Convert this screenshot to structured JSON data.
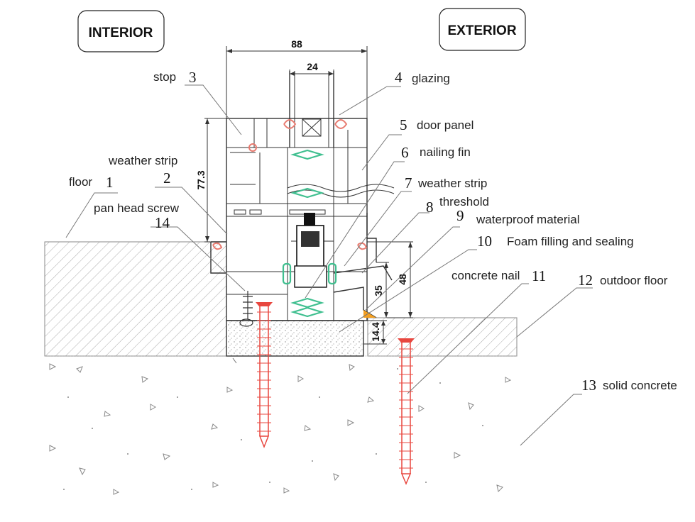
{
  "header": {
    "interior": "INTERIOR",
    "exterior": "EXTERIOR"
  },
  "dimensions": {
    "d88": "88",
    "d24": "24",
    "d77_3": "77.3",
    "d48": "48",
    "d35": "35",
    "d14_4": "14.4"
  },
  "callouts": [
    {
      "id": "1",
      "name": "floor"
    },
    {
      "id": "2",
      "name": "weather strip"
    },
    {
      "id": "3",
      "name": "stop"
    },
    {
      "id": "4",
      "name": "glazing"
    },
    {
      "id": "5",
      "name": "door panel"
    },
    {
      "id": "6",
      "name": "nailing fin"
    },
    {
      "id": "7",
      "name": "weather strip"
    },
    {
      "id": "8",
      "name": "threshold"
    },
    {
      "id": "9",
      "name": "waterproof material"
    },
    {
      "id": "10",
      "name": "Foam filling and sealing"
    },
    {
      "id": "11",
      "name": "concrete nail"
    },
    {
      "id": "12",
      "name": "outdoor floor"
    },
    {
      "id": "13",
      "name": "solid concrete"
    },
    {
      "id": "14",
      "name": "pan head screw"
    }
  ],
  "colors": {
    "screw": "#e8473f",
    "seal_green": "#3fbf8f",
    "seal_red": "#e87a6f",
    "waterproof": "#f5a020",
    "line": "#333333"
  }
}
